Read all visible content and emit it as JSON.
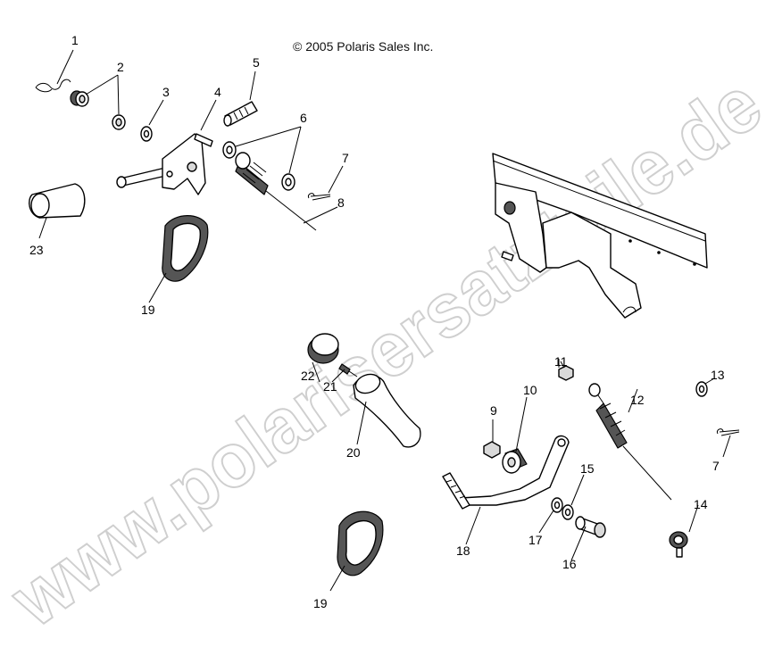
{
  "copyright": "© 2005 Polaris Sales Inc.",
  "watermark": "www.polarisersatzteile.de",
  "callouts": [
    {
      "id": "c1",
      "label": "1"
    },
    {
      "id": "c2",
      "label": "2"
    },
    {
      "id": "c3",
      "label": "3"
    },
    {
      "id": "c4",
      "label": "4"
    },
    {
      "id": "c5",
      "label": "5"
    },
    {
      "id": "c6",
      "label": "6"
    },
    {
      "id": "c7a",
      "label": "7"
    },
    {
      "id": "c8",
      "label": "8"
    },
    {
      "id": "c9",
      "label": "9"
    },
    {
      "id": "c10",
      "label": "10"
    },
    {
      "id": "c11",
      "label": "11"
    },
    {
      "id": "c12",
      "label": "12"
    },
    {
      "id": "c13",
      "label": "13"
    },
    {
      "id": "c14",
      "label": "14"
    },
    {
      "id": "c15",
      "label": "15"
    },
    {
      "id": "c16",
      "label": "16"
    },
    {
      "id": "c17",
      "label": "17"
    },
    {
      "id": "c18",
      "label": "18"
    },
    {
      "id": "c19a",
      "label": "19"
    },
    {
      "id": "c19b",
      "label": "19"
    },
    {
      "id": "c20",
      "label": "20"
    },
    {
      "id": "c21",
      "label": "21"
    },
    {
      "id": "c22",
      "label": "22"
    },
    {
      "id": "c23",
      "label": "23"
    },
    {
      "id": "c7b",
      "label": "7"
    }
  ]
}
